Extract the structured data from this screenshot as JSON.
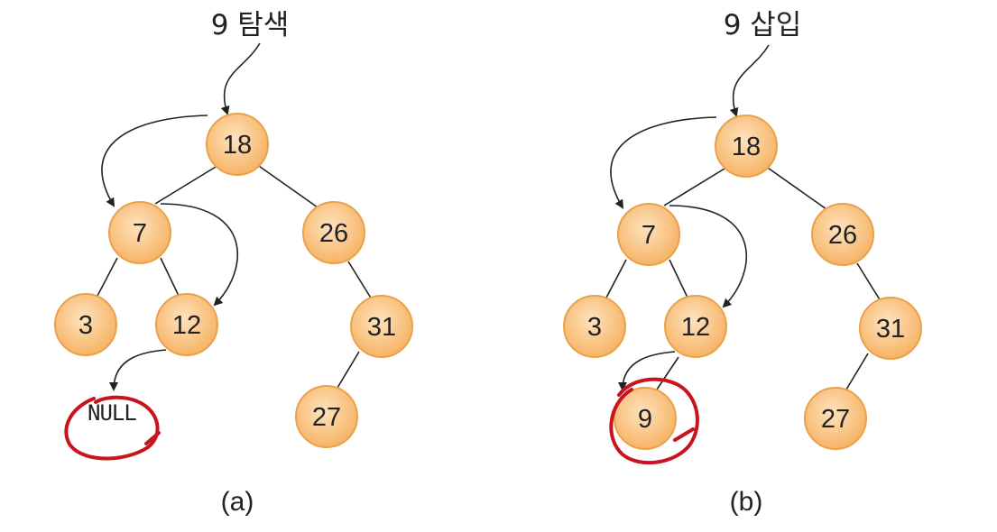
{
  "panels": [
    {
      "id": "a",
      "title": "9 탐색",
      "caption": "(a)",
      "nodes": [
        "18",
        "7",
        "26",
        "3",
        "12",
        "31",
        "27"
      ],
      "null_label": "NULL"
    },
    {
      "id": "b",
      "title": "9 삽입",
      "caption": "(b)",
      "nodes": [
        "18",
        "7",
        "26",
        "3",
        "12",
        "31",
        "27",
        "9"
      ]
    }
  ],
  "colors": {
    "node_fill_center": "#fde3bd",
    "node_fill_edge": "#f7b366",
    "node_stroke": "#e8a24a",
    "edge": "#222222",
    "highlight": "#c8141e"
  }
}
